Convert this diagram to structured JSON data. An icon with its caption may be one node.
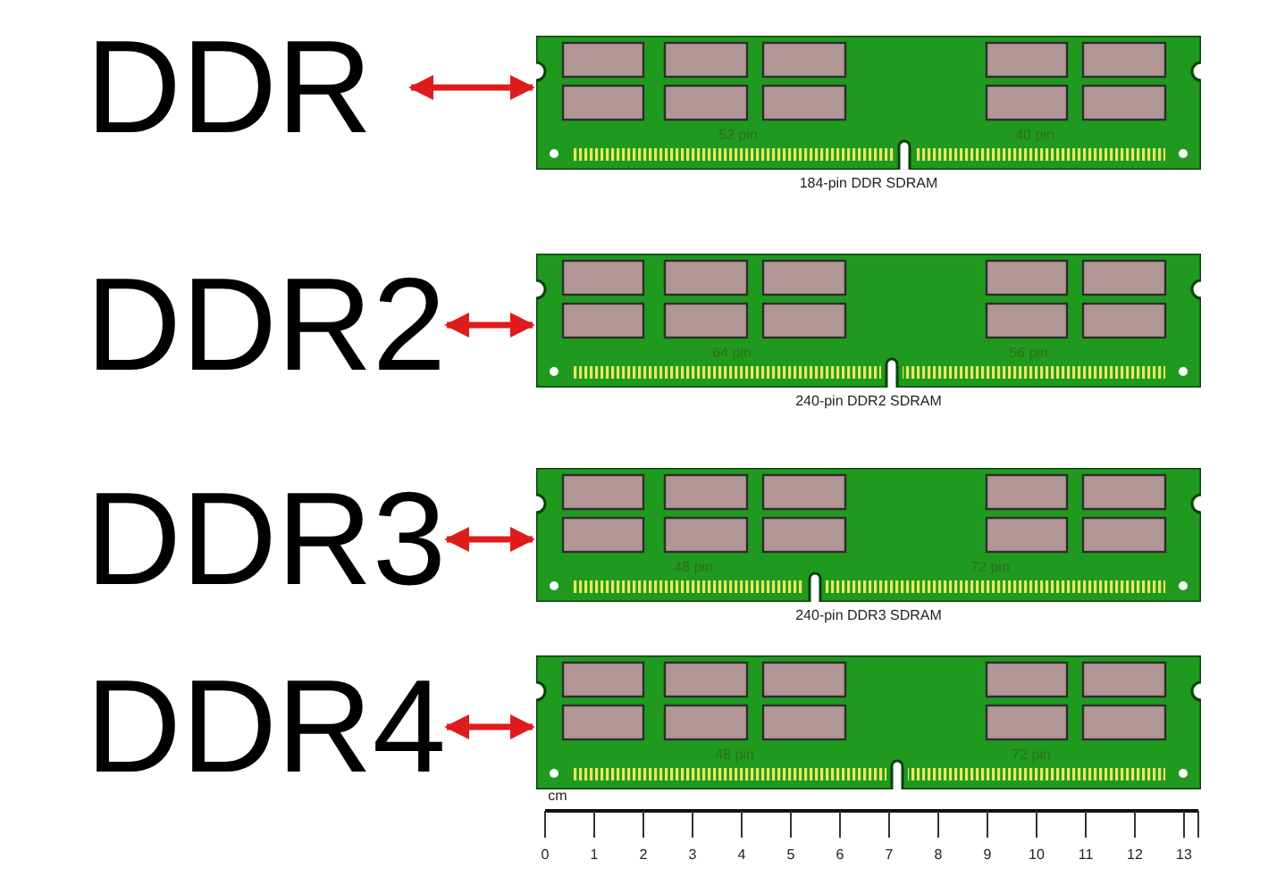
{
  "diagram": {
    "nodes": [
      {
        "text": [
          "DDR"
        ]
      },
      {
        "text": [
          "52 pin",
          "40 pin"
        ],
        "beside": [
          "184-pin DDR SDRAM"
        ]
      },
      {
        "text": [
          "DDR2"
        ]
      },
      {
        "text": [
          "64 pin",
          "56 pin"
        ],
        "beside": [
          "240-pin DDR2 SDRAM"
        ]
      },
      {
        "text": [
          "DDR3"
        ]
      },
      {
        "text": [
          "48 pin",
          "72 pin"
        ],
        "beside": [
          "240-pin DDR3 SDRAM"
        ]
      },
      {
        "text": [
          "DDR4"
        ]
      },
      {
        "text": [
          "48 pin",
          "72 pin"
        ]
      }
    ],
    "edges": [
      {
        "from": 0,
        "to": 1,
        "arrow": "both"
      },
      {
        "from": 2,
        "to": 3,
        "arrow": "both"
      },
      {
        "from": 4,
        "to": 5,
        "arrow": "both"
      },
      {
        "from": 6,
        "to": 7,
        "arrow": "both"
      }
    ],
    "labels": [
      "cm",
      "0",
      "1",
      "2",
      "3",
      "4",
      "5",
      "6",
      "7",
      "8",
      "9",
      "10",
      "11",
      "12",
      "13"
    ]
  }
}
